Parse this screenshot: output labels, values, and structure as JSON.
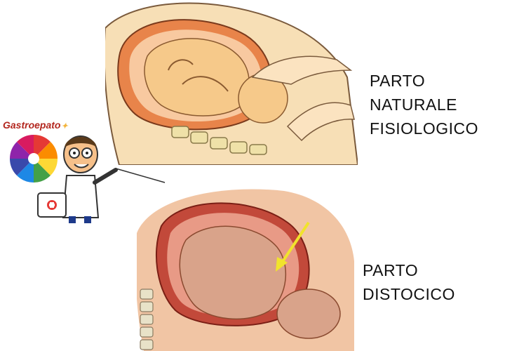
{
  "top_caption": {
    "line1": "PARTO",
    "line2": "NATURALE",
    "line3": "FISIOLOGICO"
  },
  "bottom_caption": {
    "line1": "PARTO",
    "line2": "DISTOCICO"
  },
  "logo": {
    "text": "Gastroepato"
  },
  "colors": {
    "skin": "#f3d3a3",
    "uterus": "#e0703a",
    "fetus": "#f6c98a",
    "bone": "#efe1a8",
    "arrow": "#f1e32c"
  },
  "icons": [
    "doctor-mascot-illustration",
    "rainbow-swirl-logo",
    "medical-bag-icon",
    "yellow-arrow-icon"
  ]
}
